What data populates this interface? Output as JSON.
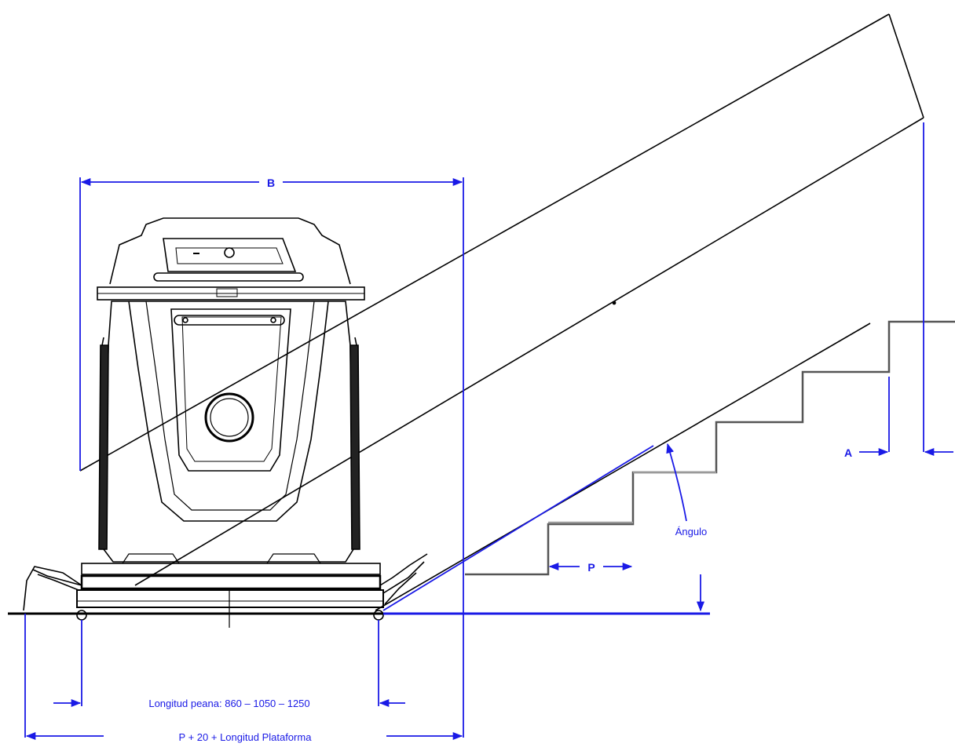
{
  "labels": {
    "dim_b": "B",
    "dim_a": "A",
    "dim_p": "P",
    "angle": "Ángulo",
    "base_length": "Longitud peana: 860 – 1050 – 1250",
    "total_length": "P + 20 + Longitud Plataforma"
  },
  "colors": {
    "dimension": "#1a1ae6",
    "outline": "#000000",
    "stairs": "#808080"
  }
}
